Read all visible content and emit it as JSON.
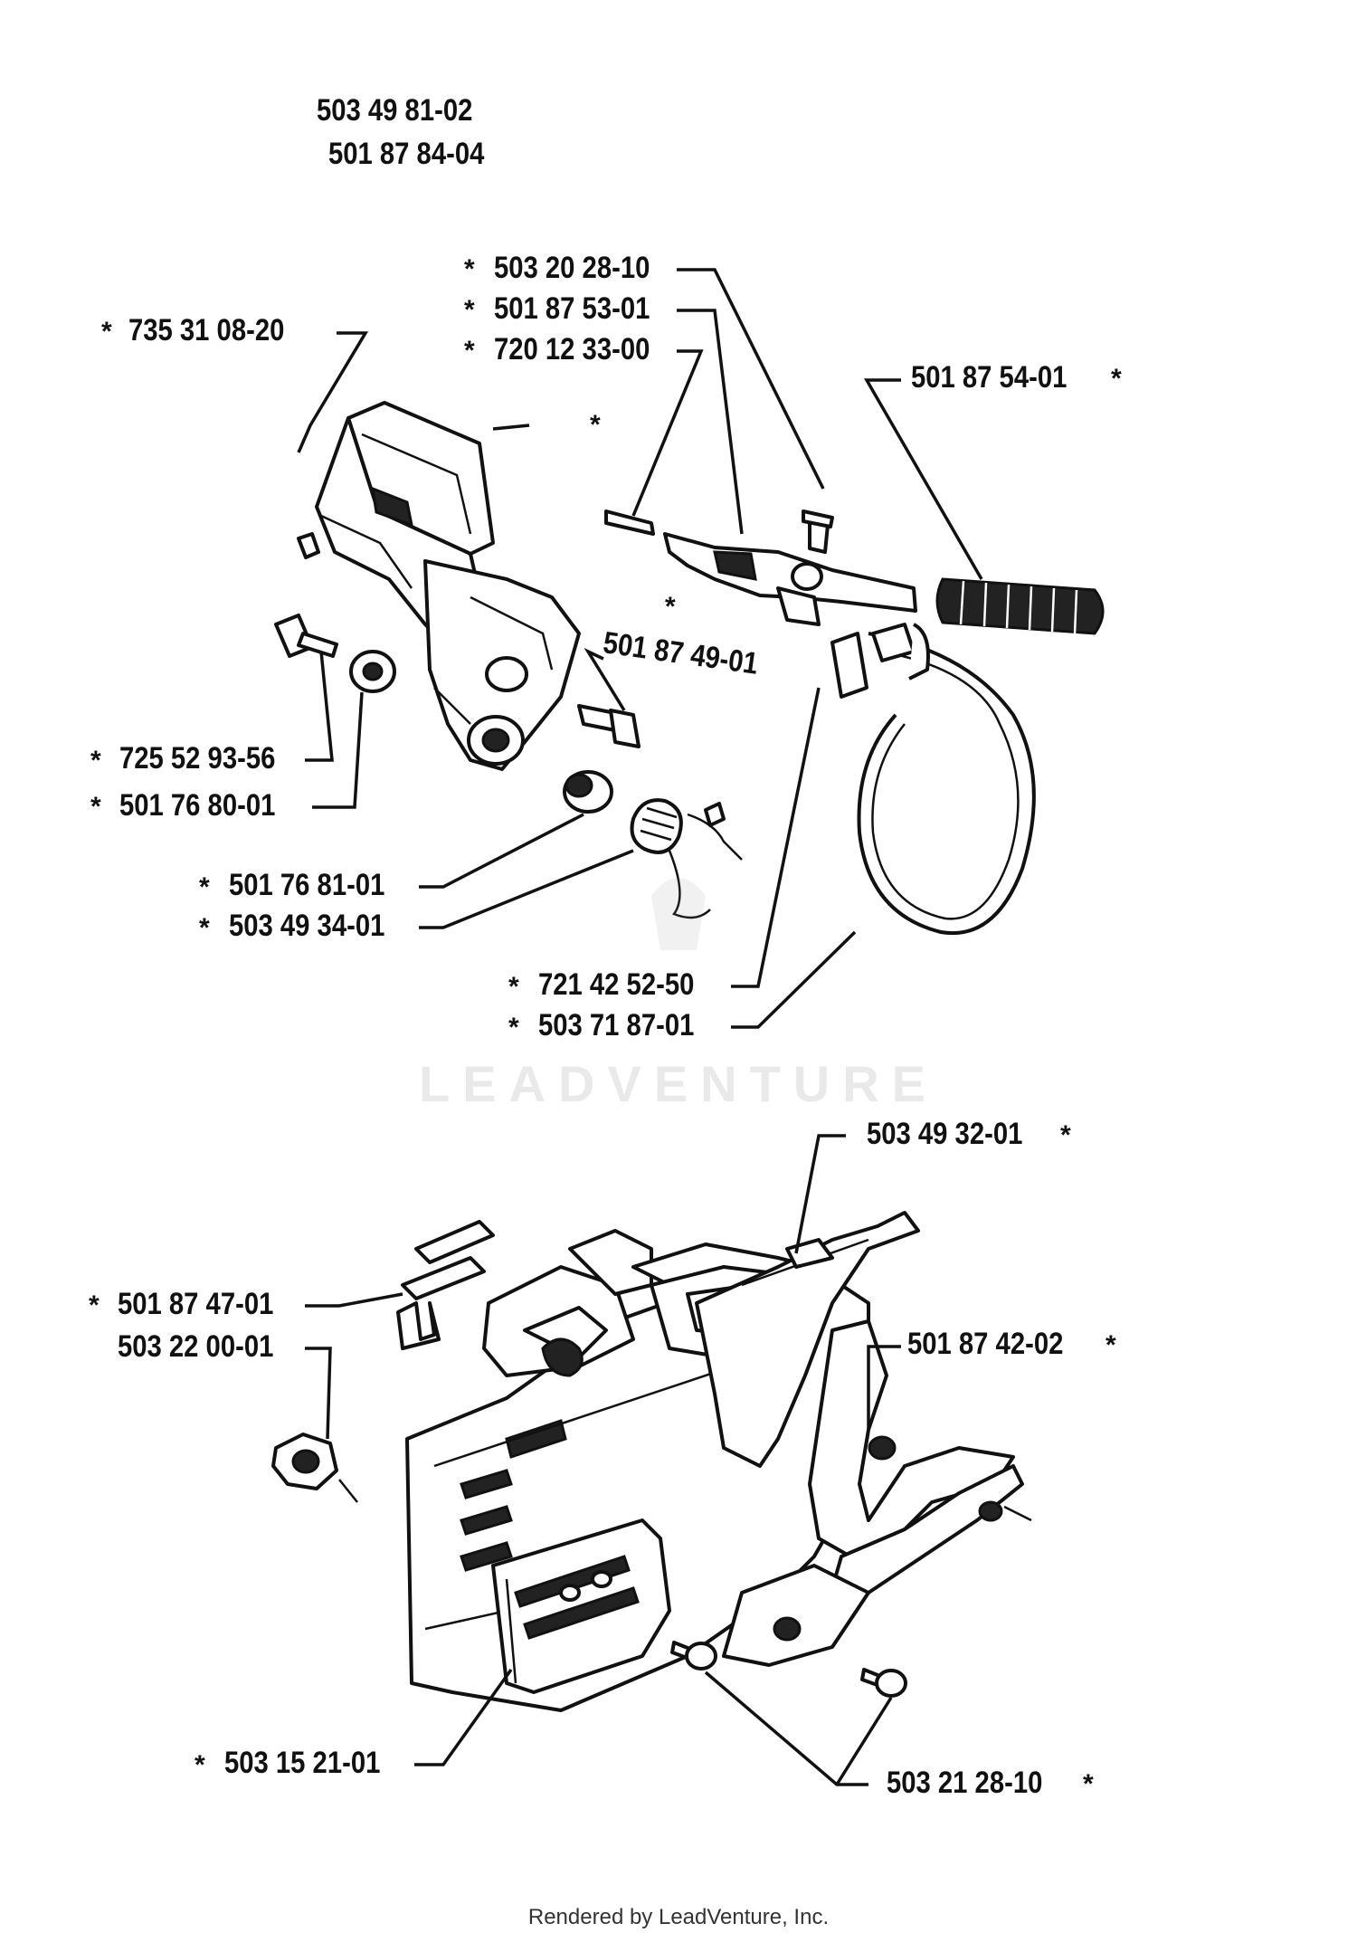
{
  "header": {
    "part_a": "503 49 81-02",
    "part_b": "501 87 84-04"
  },
  "labels": {
    "l735_31_08_20": "735 31 08-20",
    "l503_20_28_10": "503 20 28-10",
    "l501_87_53_01": "501 87 53-01",
    "l720_12_33_00": "720 12 33-00",
    "l501_87_54_01": "501 87 54-01",
    "l501_87_49_01": "501 87 49-01",
    "l725_52_93_56": "725 52 93-56",
    "l501_76_80_01": "501 76 80-01",
    "l501_76_81_01": "501 76 81-01",
    "l503_49_34_01": "503 49 34-01",
    "l721_42_52_50": "721 42 52-50",
    "l503_71_87_01": "503 71 87-01",
    "l503_49_32_01": "503 49 32-01",
    "l501_87_47_01": "501 87 47-01",
    "l503_22_00_01": "503 22 00-01",
    "l501_87_42_02": "501 87 42-02",
    "l503_15_21_01": "503 15 21-01",
    "l503_21_28_10": "503 21 28-10"
  },
  "asterisk": "*",
  "watermark": "LEADVENTURE",
  "footer": "Rendered by LeadVenture, Inc."
}
